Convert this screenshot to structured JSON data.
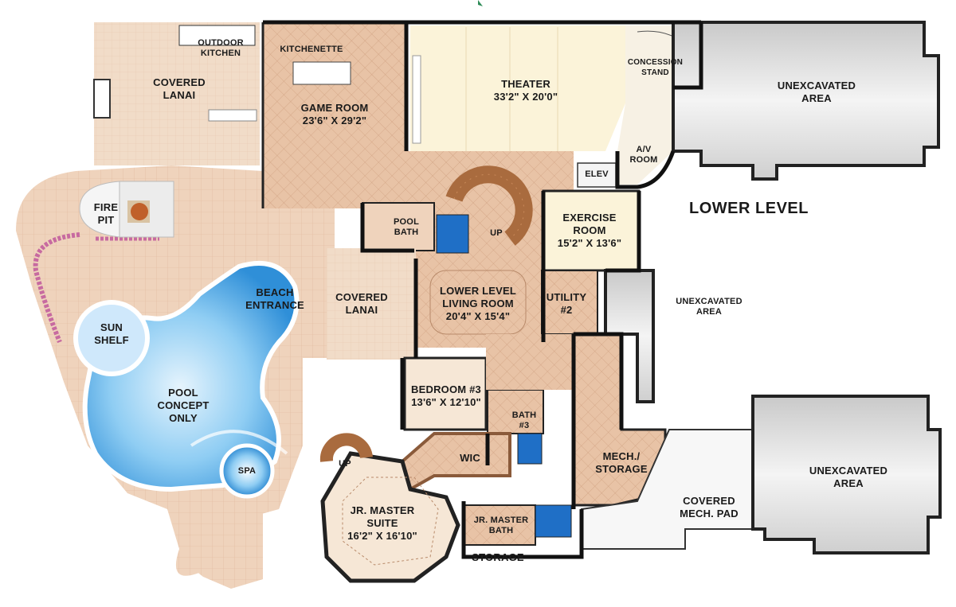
{
  "level_title": "LOWER LEVEL",
  "colors": {
    "tile": "#efd3bc",
    "tile_dark": "#e2b99a",
    "tile_grid": "#d9a989",
    "theater": "#fbf3d9",
    "exercise": "#fbf3d9",
    "unexcavated": "#d9d9d9",
    "wall": "#111111",
    "pool": "#6bb8ec",
    "pool_light": "#c9e6fb",
    "stair": "#a96b3e",
    "fire": "#c0602a",
    "planter": "#c76aa0"
  },
  "rooms": [
    {
      "id": "outdoor-kitchen",
      "lines": [
        "OUTDOOR",
        "KITCHEN"
      ]
    },
    {
      "id": "covered-lanai-top",
      "lines": [
        "COVERED",
        "LANAI"
      ]
    },
    {
      "id": "kitchenette",
      "lines": [
        "KITCHENETTE"
      ]
    },
    {
      "id": "game-room",
      "lines": [
        "GAME ROOM",
        "23'6\" X 29'2\""
      ]
    },
    {
      "id": "theater",
      "lines": [
        "THEATER",
        "33'2\" X 20'0\""
      ]
    },
    {
      "id": "concession-stand",
      "lines": [
        "CONCESSION",
        "STAND"
      ]
    },
    {
      "id": "av-room",
      "lines": [
        "A/V",
        "ROOM"
      ]
    },
    {
      "id": "elev",
      "lines": [
        "ELEV"
      ]
    },
    {
      "id": "unexcavated-top",
      "lines": [
        "UNEXCAVATED",
        "AREA"
      ]
    },
    {
      "id": "fire-pit",
      "lines": [
        "FIRE",
        "PIT"
      ]
    },
    {
      "id": "pool-bath",
      "lines": [
        "POOL",
        "BATH"
      ]
    },
    {
      "id": "up-main",
      "lines": [
        "UP"
      ]
    },
    {
      "id": "exercise-room",
      "lines": [
        "EXERCISE",
        "ROOM",
        "15'2\" X 13'6\""
      ]
    },
    {
      "id": "beach-entrance",
      "lines": [
        "BEACH",
        "ENTRANCE"
      ]
    },
    {
      "id": "covered-lanai-mid",
      "lines": [
        "COVERED",
        "LANAI"
      ]
    },
    {
      "id": "living-room",
      "lines": [
        "LOWER LEVEL",
        "LIVING ROOM",
        "20'4\" X 15'4\""
      ]
    },
    {
      "id": "utility",
      "lines": [
        "UTILITY",
        "#2"
      ]
    },
    {
      "id": "unexcavated-mid",
      "lines": [
        "UNEXCAVATED",
        "AREA"
      ]
    },
    {
      "id": "sun-shelf",
      "lines": [
        "SUN",
        "SHELF"
      ]
    },
    {
      "id": "pool-concept",
      "lines": [
        "POOL",
        "CONCEPT",
        "ONLY"
      ]
    },
    {
      "id": "bedroom-3",
      "lines": [
        "BEDROOM #3",
        "13'6\" X 12'10\""
      ]
    },
    {
      "id": "bath-3",
      "lines": [
        "BATH",
        "#3"
      ]
    },
    {
      "id": "wic",
      "lines": [
        "WIC"
      ]
    },
    {
      "id": "mech-storage",
      "lines": [
        "MECH./",
        "STORAGE"
      ]
    },
    {
      "id": "unexcavated-bottom",
      "lines": [
        "UNEXCAVATED",
        "AREA"
      ]
    },
    {
      "id": "spa",
      "lines": [
        "SPA"
      ]
    },
    {
      "id": "up-spiral",
      "lines": [
        "UP"
      ]
    },
    {
      "id": "jr-master-suite",
      "lines": [
        "JR. MASTER",
        "SUITE",
        "16'2\" X 16'10\""
      ]
    },
    {
      "id": "jr-master-bath",
      "lines": [
        "JR. MASTER",
        "BATH"
      ]
    },
    {
      "id": "covered-mech-pad",
      "lines": [
        "COVERED",
        "MECH. PAD"
      ]
    },
    {
      "id": "storage",
      "lines": [
        "STORAGE"
      ]
    }
  ]
}
